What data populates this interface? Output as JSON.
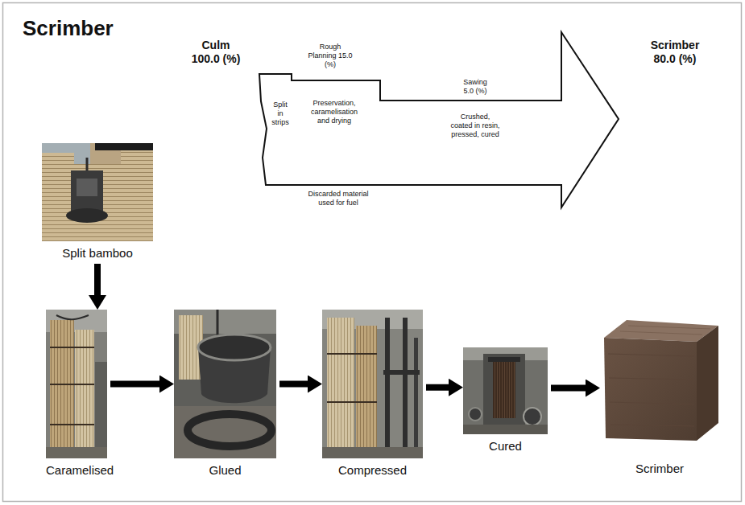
{
  "diagram": {
    "title": "Scrimber",
    "nodes": [
      {
        "text": [
          "Split bamboo"
        ]
      },
      {
        "text": [
          "Split in strips",
          "Preservation, caramelisation and drying",
          "Crushed, coated in resin, pressed, cured"
        ]
      },
      {
        "text": [
          "Caramelised"
        ]
      },
      {
        "text": [
          "Glued"
        ]
      },
      {
        "text": [
          "Compressed"
        ]
      },
      {
        "text": [
          "Cured"
        ]
      },
      {
        "text": [
          "Scrimber"
        ]
      }
    ],
    "edges": [
      {
        "from": 0,
        "to": 2,
        "arrow": "to"
      },
      {
        "from": 2,
        "to": 3,
        "arrow": "to"
      },
      {
        "from": 3,
        "to": 4,
        "arrow": "to"
      },
      {
        "from": 4,
        "to": 5,
        "arrow": "to"
      },
      {
        "from": 5,
        "to": 6,
        "arrow": "to"
      }
    ],
    "labels": [
      "Culm 100.0 (%)",
      "Rough Planning 15.0 (%)",
      "Sawing 5.0 (%)",
      "Discarded material used for fuel",
      "Scrimber 80.0 (%)"
    ]
  }
}
